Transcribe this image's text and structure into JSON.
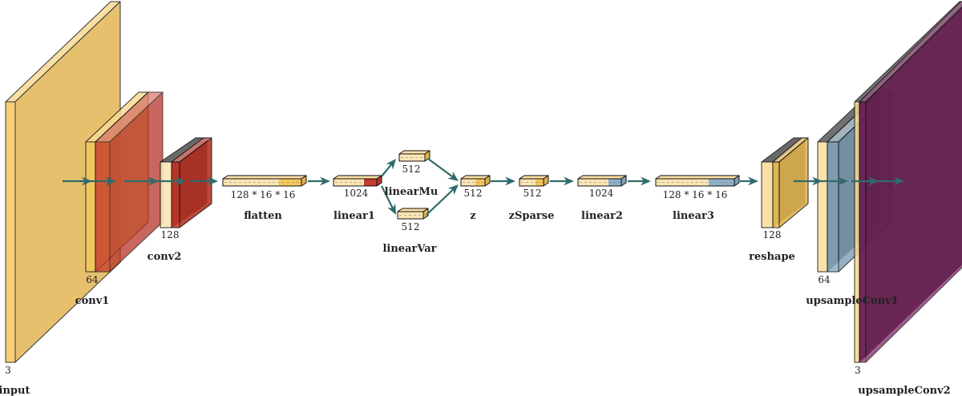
{
  "colors": {
    "yellow": "#f6c65b",
    "red": "#c8392b",
    "blue": "#8fb0c8",
    "purple": "#8a2a6e",
    "arrow": "#2f6b6b"
  },
  "layers": {
    "input": {
      "name": "input",
      "dim": "3"
    },
    "conv1": {
      "name": "conv1",
      "dim": "64"
    },
    "conv2": {
      "name": "conv2",
      "dim": "128"
    },
    "flatten": {
      "name": "flatten",
      "dim": "128 * 16 * 16"
    },
    "linear1": {
      "name": "linear1",
      "dim": "1024"
    },
    "linearMu": {
      "name": "linearMu",
      "dim": "512"
    },
    "linearVar": {
      "name": "linearVar",
      "dim": "512"
    },
    "z": {
      "name": "z",
      "dim": "512"
    },
    "zSparse": {
      "name": "zSparse",
      "dim": "512"
    },
    "linear2": {
      "name": "linear2",
      "dim": "1024"
    },
    "linear3": {
      "name": "linear3",
      "dim": "128 * 16 * 16"
    },
    "reshape": {
      "name": "reshape",
      "dim": "128"
    },
    "upsampleConv1": {
      "name": "upsampleConv1",
      "dim": "64"
    },
    "upsampleConv2": {
      "name": "upsampleConv2",
      "dim": "3"
    }
  }
}
